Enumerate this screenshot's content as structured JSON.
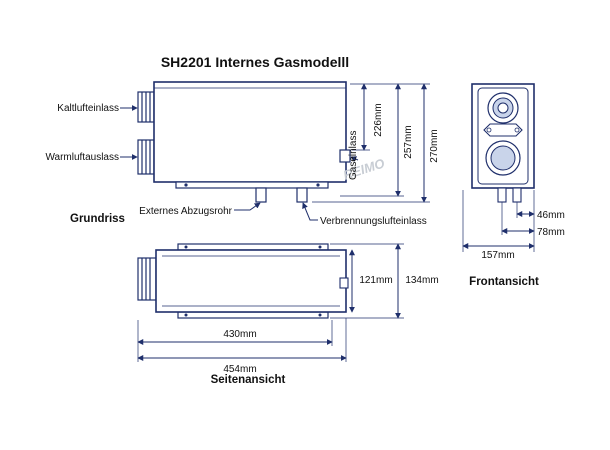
{
  "title": "SH2201 Internes Gasmodelll",
  "labels": {
    "kaltluft": "Kaltlufteinlass",
    "warmluft": "Warmluftauslass",
    "gaseinlass": "Gaseinlass",
    "extern": "Externes Abzugsrohr",
    "verbrennung": "Verbrennungslufteinlass",
    "grundriss": "Grundriss",
    "frontansicht": "Frontansicht",
    "seitenansicht": "Seitenansicht"
  },
  "dimensions": {
    "d226": "226mm",
    "d257": "257mm",
    "d270": "270mm",
    "d121": "121mm",
    "d134": "134mm",
    "d430": "430mm",
    "d454": "454mm",
    "d157": "157mm",
    "d46": "46mm",
    "d78": "78mm"
  },
  "watermark": "REIMO",
  "colors": {
    "outline": "#1f2f6b",
    "body": "#ffffff",
    "shade": "#c9d4ea"
  }
}
